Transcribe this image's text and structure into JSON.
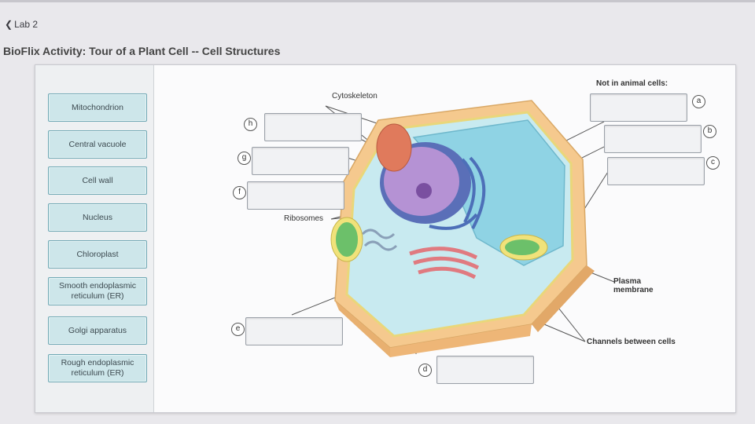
{
  "nav": {
    "back_label": "Lab 2"
  },
  "page": {
    "title": "BioFlix Activity: Tour of a Plant Cell -- Cell Structures"
  },
  "terms": [
    "Mitochondrion",
    "Central vacuole",
    "Cell wall",
    "Nucleus",
    "Chloroplast",
    "Smooth endoplasmic reticulum (ER)",
    "Golgi apparatus",
    "Rough endoplasmic reticulum (ER)"
  ],
  "labels": {
    "cytoskeleton": "Cytoskeleton",
    "ribosomes": "Ribosomes",
    "not_in_animal": "Not in animal cells:",
    "plasma_membrane": "Plasma membrane",
    "channels": "Channels between cells"
  },
  "letters": {
    "a": "a",
    "b": "b",
    "c": "c",
    "d": "d",
    "e": "e",
    "f": "f",
    "g": "g",
    "h": "h"
  },
  "colors": {
    "term_fill": "#cde6ea",
    "term_border": "#6fa8b4",
    "cell_wall": "#f5c98e",
    "vacuole": "#8fd3e4",
    "nucleus": "#b592d4",
    "chloroplast": "#6cc06a",
    "mitochondrion": "#e07a5c",
    "er_blue": "#4d6fb8"
  }
}
